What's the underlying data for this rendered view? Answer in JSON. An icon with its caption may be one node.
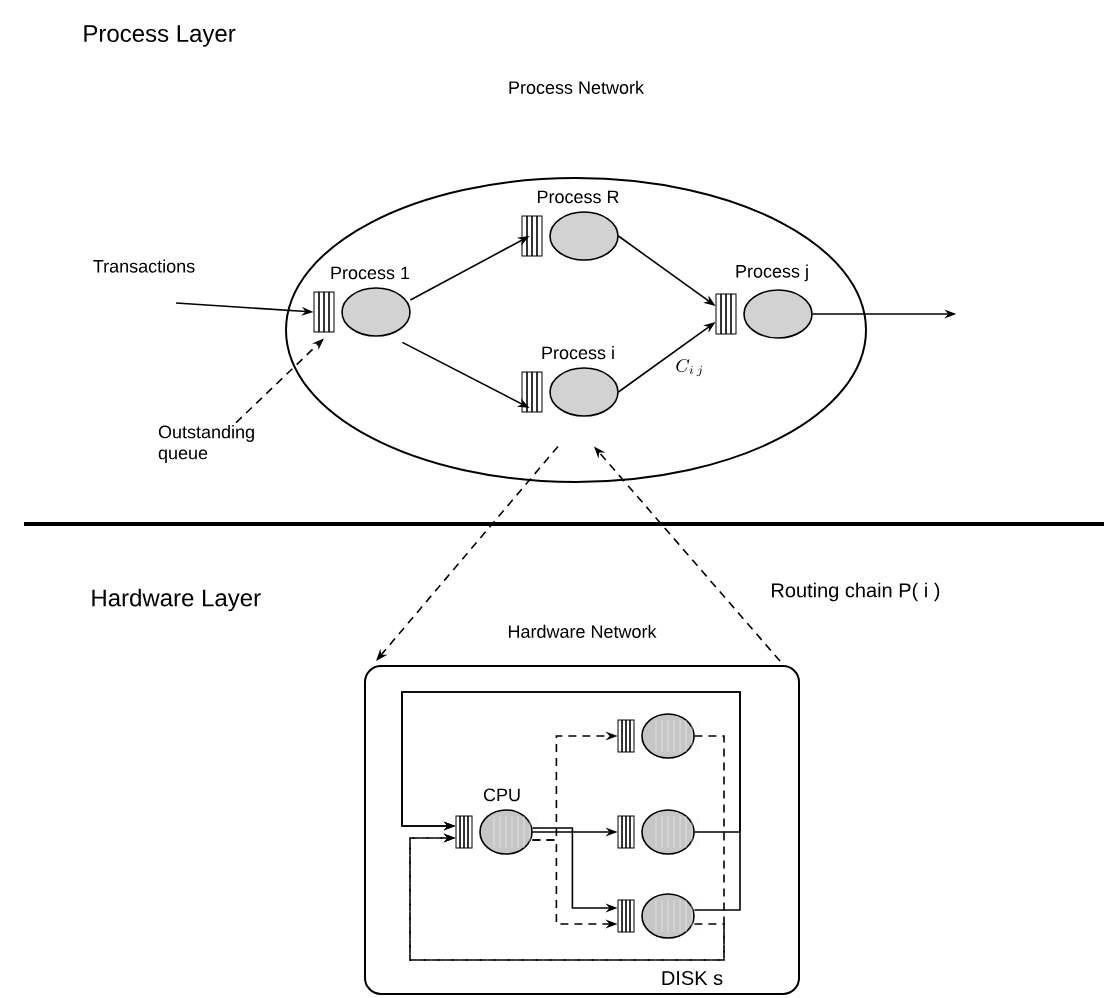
{
  "diagram": {
    "nodes": [
      {
        "text": [
          "Process Network"
        ]
      },
      {
        "text": [
          "Process 1"
        ],
        "in": 0
      },
      {
        "text": [
          "Process R"
        ],
        "in": 0
      },
      {
        "text": [
          "Process i"
        ],
        "in": 0
      },
      {
        "text": [
          "Process j"
        ],
        "in": 0
      },
      {
        "text": [
          "Transactions"
        ]
      },
      {
        "text": [
          "Outstanding queue"
        ]
      },
      {
        "text": [
          "Hardware Network"
        ]
      },
      {
        "text": [
          "CPU"
        ],
        "in": 7
      },
      {
        "text": [],
        "shape": "circle",
        "in": 7
      },
      {
        "text": [],
        "shape": "circle",
        "in": 7
      },
      {
        "text": [],
        "shape": "circle",
        "in": 7
      }
    ],
    "edges": [
      {
        "from": 5,
        "to": 1,
        "arrow": "to"
      },
      {
        "from": 1,
        "to": 2,
        "arrow": "to"
      },
      {
        "from": 1,
        "to": 3,
        "arrow": "to"
      },
      {
        "from": 2,
        "to": 4,
        "arrow": "to"
      },
      {
        "from": 3,
        "to": 4,
        "arrow": "to",
        "label": "C_{i\\,j}"
      },
      {
        "from": 4,
        "to": null,
        "arrow": "to"
      },
      {
        "from": 6,
        "to": 1,
        "arrow": "to",
        "style": "dashed"
      },
      {
        "from": 3,
        "to": 7,
        "arrow": "to",
        "style": "dashed"
      },
      {
        "from": 7,
        "to": 3,
        "arrow": "to",
        "style": "dashed"
      },
      {
        "from": 8,
        "to": 9,
        "arrow": "to",
        "style": "dashed"
      },
      {
        "from": 8,
        "to": 10,
        "arrow": "to"
      },
      {
        "from": 8,
        "to": 11,
        "arrow": "to"
      },
      {
        "from": 8,
        "to": 11,
        "arrow": "to",
        "style": "dashed"
      },
      {
        "from": 9,
        "to": 8,
        "arrow": "to",
        "style": "dashed"
      },
      {
        "from": 10,
        "to": 8,
        "arrow": "to"
      },
      {
        "from": 11,
        "to": 8,
        "arrow": "to"
      },
      {
        "from": 11,
        "to": 8,
        "arrow": "to",
        "style": "dashed"
      }
    ],
    "labels": [
      "Process Layer",
      "Hardware Layer",
      "Routing chain P( i )",
      "DISK s"
    ]
  }
}
